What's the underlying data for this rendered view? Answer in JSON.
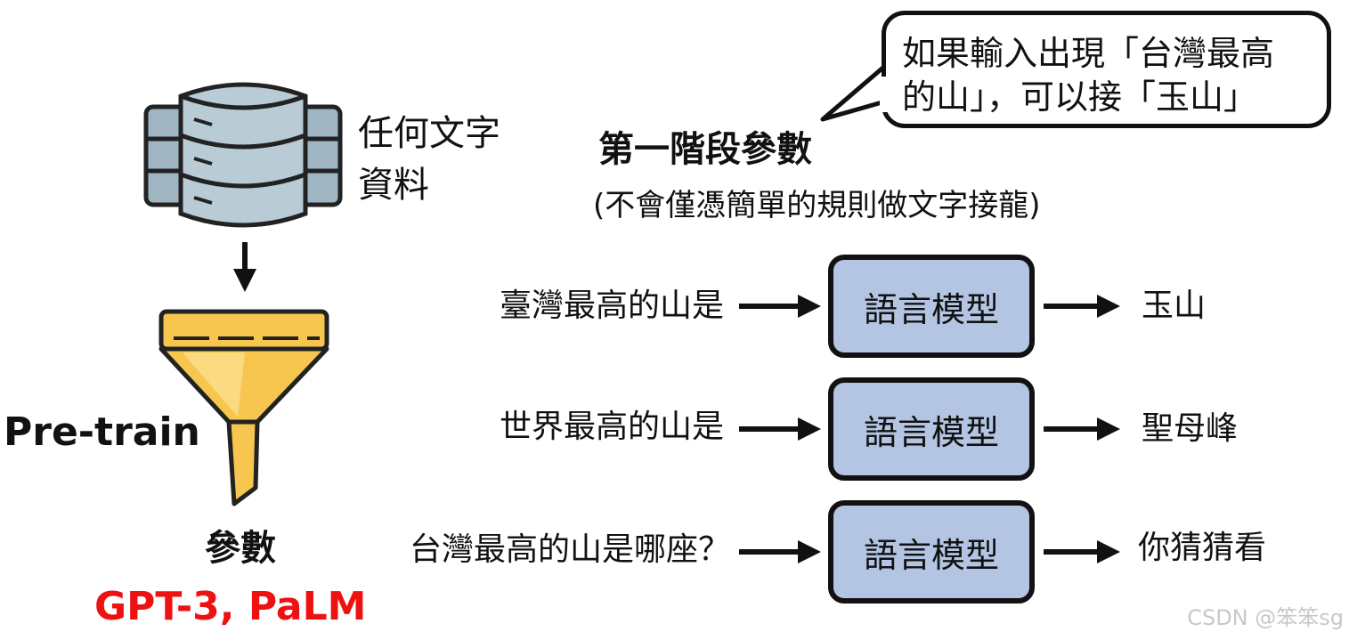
{
  "left": {
    "data_label_line1": "任何文字",
    "data_label_line2": "資料",
    "pretrain_label": "Pre-train",
    "params_label": "參數",
    "models_label": "GPT-3, PaLM"
  },
  "bubble": {
    "line1": "如果輸入出現「台灣最高",
    "line2": "的山」，可以接「玉山」"
  },
  "stage": {
    "title": "第一階段參數",
    "subtitle": "(不會僅憑簡單的規則做文字接龍)"
  },
  "rows": [
    {
      "input": "臺灣最高的山是",
      "model": "語言模型",
      "output": "玉山"
    },
    {
      "input": "世界最高的山是",
      "model": "語言模型",
      "output": "聖母峰"
    },
    {
      "input": "台灣最高的山是哪座？",
      "model": "語言模型",
      "output": "你猜猜看"
    }
  ],
  "watermark": "CSDN @笨笨sg",
  "colors": {
    "model_box_fill": "#b4c5e4",
    "funnel": "#f7c64e",
    "database": "#9fb6c2",
    "highlight_red": "#ee1111"
  }
}
